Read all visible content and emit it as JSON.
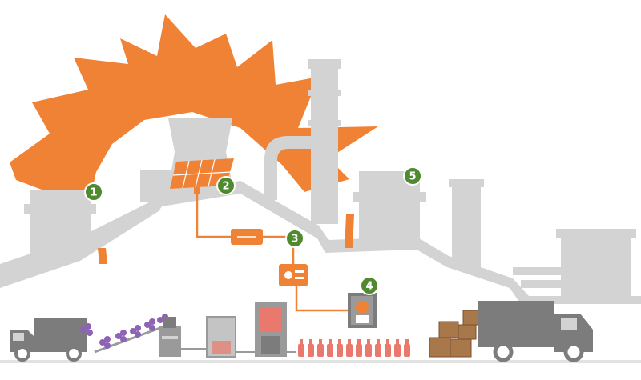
{
  "colors": {
    "orange": "#F08236",
    "gray": "#D3D3D3",
    "dark_gray": "#7C7C7C",
    "mid_gray": "#9A9A9A",
    "green": "#4F8A2E",
    "purple": "#8E62B5",
    "pink": "#E9796C",
    "box": "#A8774A"
  },
  "markers": [
    {
      "id": "m1",
      "label": "1"
    },
    {
      "id": "m2",
      "label": "2"
    },
    {
      "id": "m3",
      "label": "3"
    },
    {
      "id": "m4",
      "label": "4"
    },
    {
      "id": "m5",
      "label": "5"
    }
  ],
  "icons": [
    "sun-icon",
    "solar-panel-icon",
    "inverter-icon",
    "monitoring-unit-icon",
    "meter-icon",
    "truck-icon",
    "conveyor-icon",
    "tank-icon",
    "bottle-icon",
    "crate-icon"
  ]
}
